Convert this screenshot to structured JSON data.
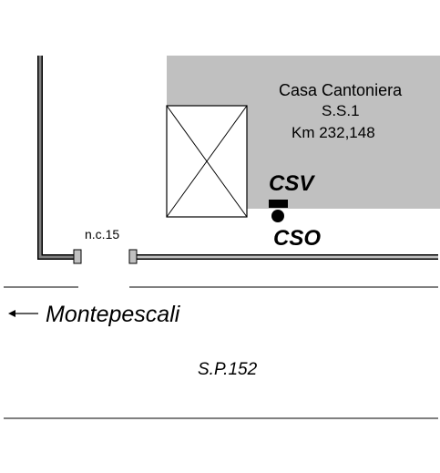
{
  "building": {
    "name": "Casa Cantoniera",
    "road": "S.S.1",
    "km": "Km 232,148",
    "fill_color": "#c0c0c0"
  },
  "markers": {
    "csv": "CSV",
    "cso": "CSO"
  },
  "civic_number": "n.c.15",
  "direction": {
    "destination": "Montepescali",
    "arrow": "left-arrow"
  },
  "road": {
    "name": "S.P.152"
  },
  "colors": {
    "line": "#000000",
    "wall": "#808080",
    "post": "#c0c0c0",
    "background": "#ffffff"
  }
}
